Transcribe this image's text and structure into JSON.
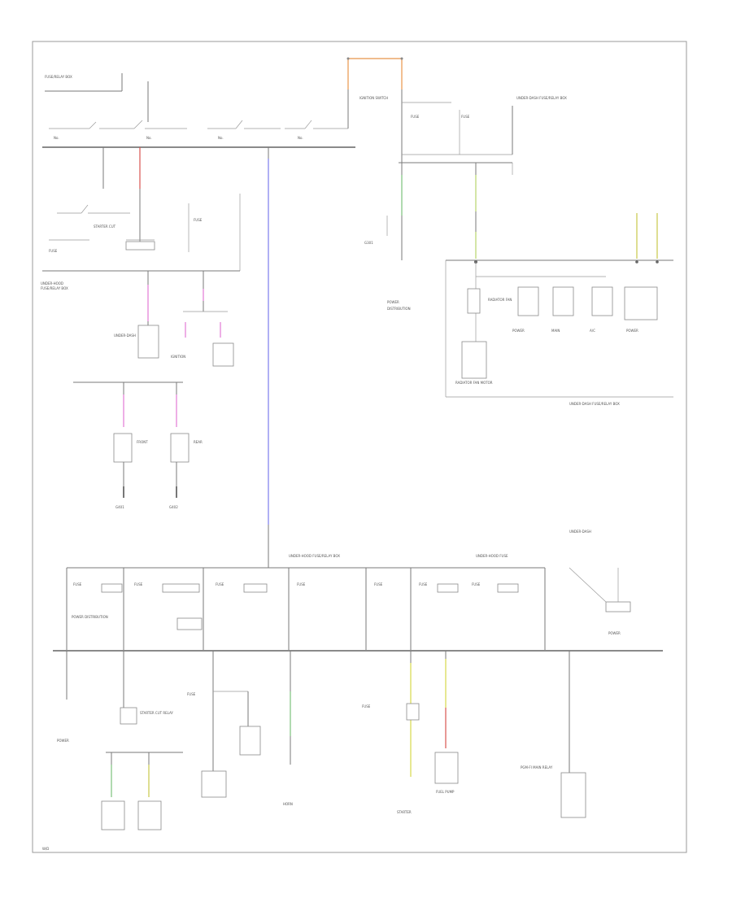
{
  "diagram": {
    "wire_colors": {
      "orange": "#e8954a",
      "red": "#d9534f",
      "blue": "#8f8ff0",
      "pink": "#e27ad6",
      "green": "#7cc07c",
      "yellow": "#d7d84a",
      "ground": "#555555"
    },
    "components": {
      "ignition_switch": "IGNITION SWITCH",
      "fuse_box_top": "UNDER-DASH FUSE/RELAY BOX",
      "fuse_box_bottom": "UNDER-HOOD FUSE/RELAY BOX",
      "power_distribution": "POWER DISTRIBUTION",
      "ground_label": "G401",
      "fuel_pump": "FUEL PUMP",
      "main_relay": "PGM-FI MAIN RELAY",
      "radiator_fan": "RADIATOR FAN MOTOR",
      "horn": "HORN",
      "starter": "STARTER CUT RELAY"
    }
  }
}
